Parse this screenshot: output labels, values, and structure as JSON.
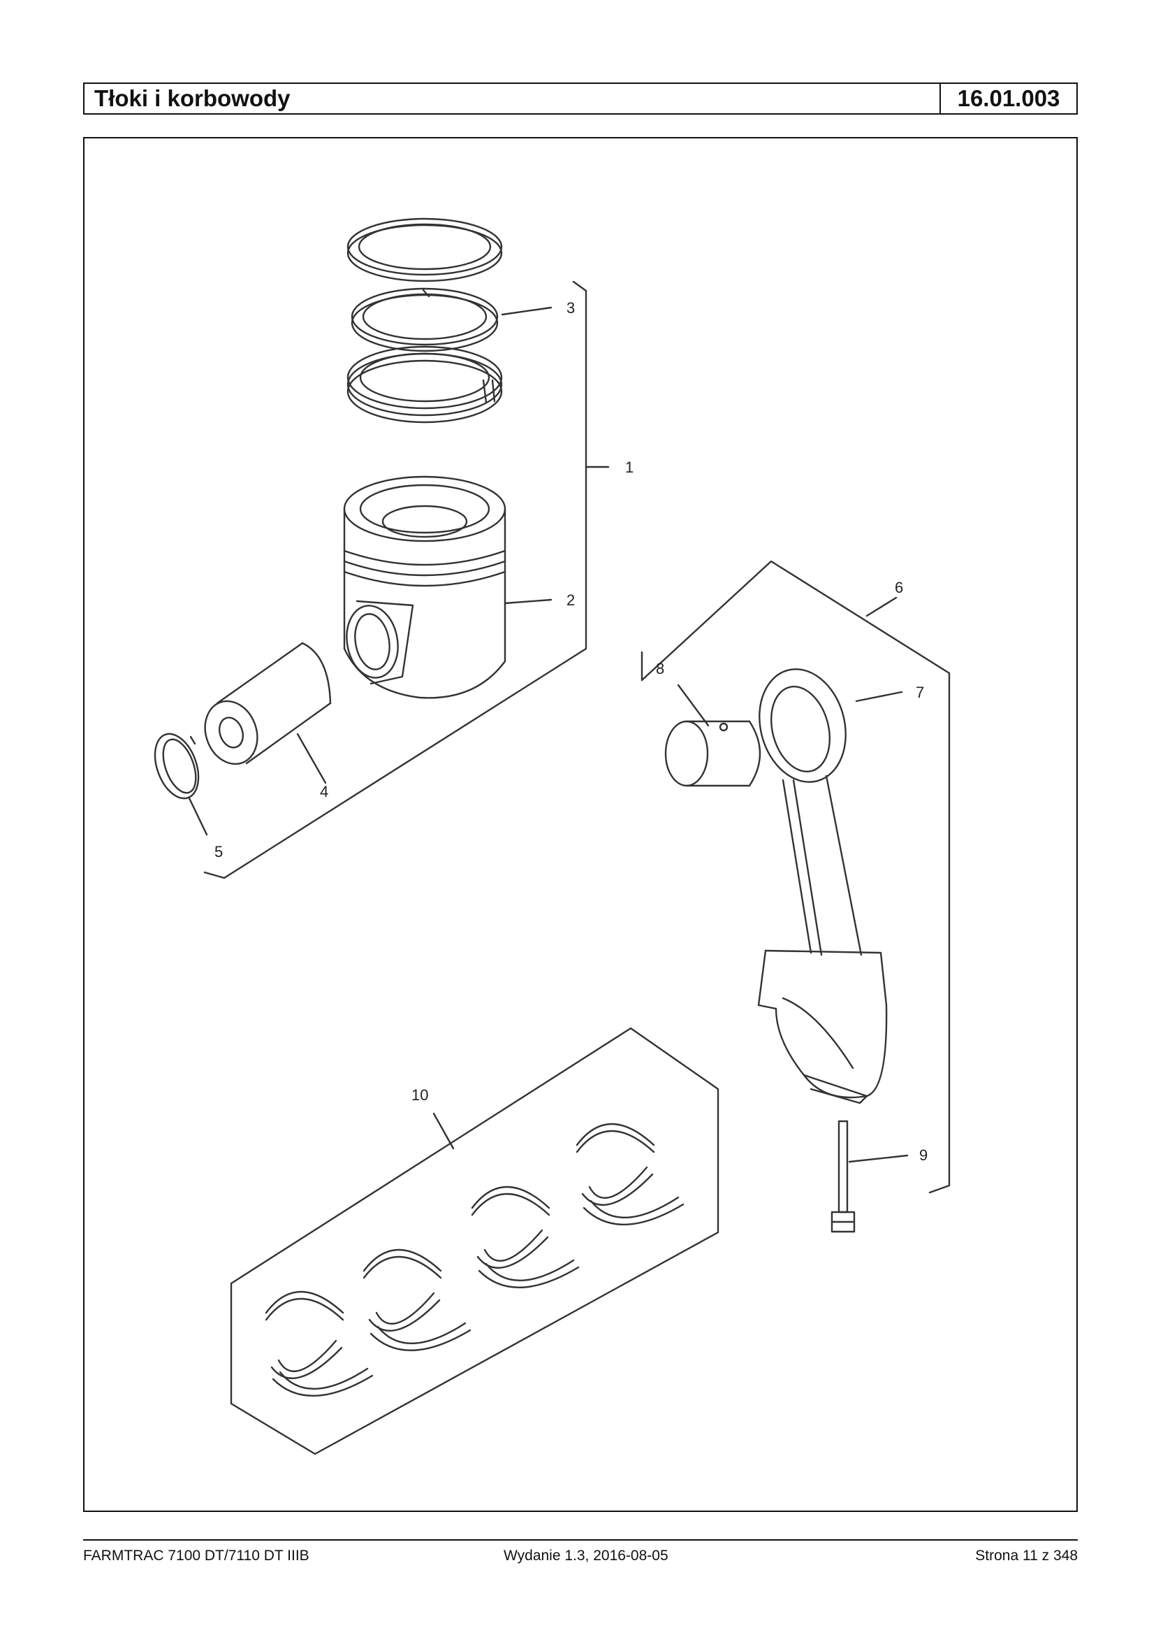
{
  "header": {
    "title": "Tłoki i korbowody",
    "code": "16.01.003"
  },
  "diagram": {
    "callouts": {
      "c1": "1",
      "c2": "2",
      "c3": "3",
      "c4": "4",
      "c5": "5",
      "c6": "6",
      "c7": "7",
      "c8": "8",
      "c9": "9",
      "c10": "10"
    }
  },
  "footer": {
    "left": "FARMTRAC 7100 DT/7110 DT IIIB",
    "center": "Wydanie 1.3,  2016-08-05",
    "right": "Strona 11 z 348"
  }
}
